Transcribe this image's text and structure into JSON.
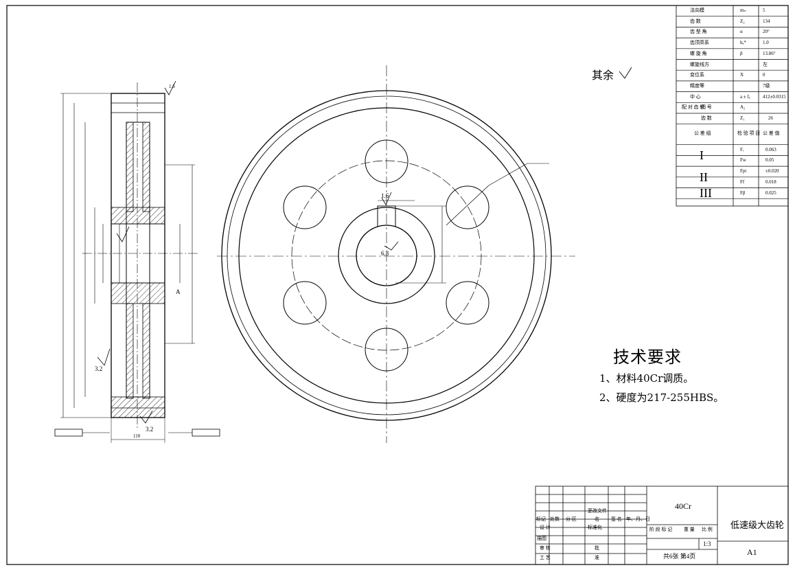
{
  "surface_note": "其余",
  "tech_requirements": {
    "title": "技术要求",
    "items": [
      "1、材料40Cr调质。",
      "2、硬度为217-255HBS。"
    ]
  },
  "side_view_labels": {
    "roughness_top": "1.6",
    "roughness_left": "3.2",
    "roughness_bottom": "3.2",
    "width_dim": "110",
    "datum": "A"
  },
  "front_view_labels": {
    "roughness_keyway": "1.6",
    "roughness_bore": "6.3"
  },
  "param_table": {
    "rows": [
      {
        "name": "法向模",
        "symbol": "mₙ",
        "value": "5"
      },
      {
        "name": "齿 数",
        "symbol": "Z₂",
        "value": "134"
      },
      {
        "name": "齿 型 角",
        "symbol": "α",
        "value": "20°"
      },
      {
        "name": "齿顶高系",
        "symbol": "hₐ*",
        "value": "1.0"
      },
      {
        "name": "螺 旋 角",
        "symbol": "β",
        "value": "13.86°"
      },
      {
        "name": "螺旋线方",
        "symbol": "",
        "value": "左"
      },
      {
        "name": "变位系",
        "symbol": "X",
        "value": "0"
      },
      {
        "name": "精度等",
        "symbol": "",
        "value": "7级"
      },
      {
        "name": "中 心",
        "symbol": "a ± fₐ",
        "value": "412±0.0315"
      }
    ],
    "mating": {
      "label": "配 对 齿 轮",
      "drawing_no": "图 号",
      "drawing_sym": "A₂",
      "teeth": "齿 数",
      "teeth_sym": "Z₁",
      "teeth_val": "26"
    },
    "tolerance_header": {
      "group": "公 差 组",
      "item": "检 验 项 目",
      "value": "公 差 值"
    },
    "tolerance_groups": [
      {
        "group": "I",
        "rows": [
          {
            "sym": "Fᵣ",
            "val": "0.063"
          },
          {
            "sym": "Fw",
            "val": "0.05"
          }
        ]
      },
      {
        "group": "II",
        "rows": [
          {
            "sym": "Fpt",
            "val": "±0.020"
          },
          {
            "sym": "Ff",
            "val": "0.018"
          }
        ]
      },
      {
        "group": "III",
        "rows": [
          {
            "sym": "Fβ",
            "val": "0.025"
          }
        ]
      }
    ]
  },
  "title_block": {
    "material": "40Cr",
    "part_name": "低速级大齿轮",
    "drawing_code": "A1",
    "scale": "1:3",
    "sheets": "共6张 第4页",
    "change_file": "更改文件",
    "row_labels": [
      "标记",
      "处数",
      "分 区",
      "名",
      "签 名",
      "年、月、日"
    ],
    "design": "设 计",
    "standard": "标准化",
    "stage_labels": [
      "阶 段 标 记",
      "重 量",
      "比 例"
    ],
    "drawing": "描图",
    "check": "审 核",
    "approve": "批",
    "process": "工 艺",
    "approve2": "准"
  },
  "colors": {
    "line": "#000000",
    "hatch": "#000000",
    "background": "#ffffff"
  }
}
